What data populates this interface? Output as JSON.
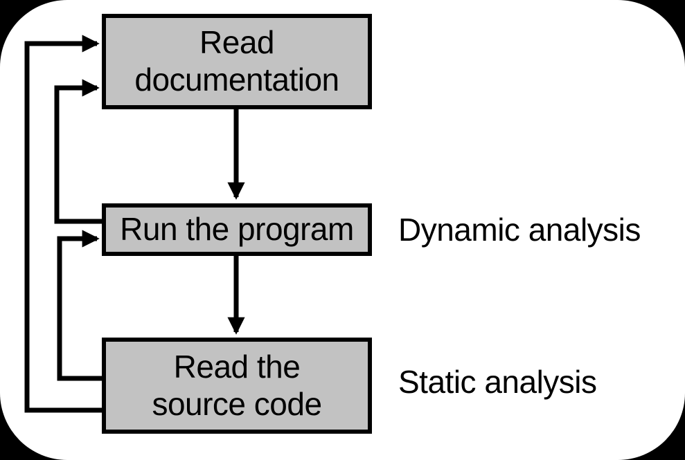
{
  "diagram": {
    "nodes": [
      {
        "id": "read-documentation",
        "line1": "Read",
        "line2": "documentation"
      },
      {
        "id": "run-the-program",
        "line1": "Run the program",
        "line2": ""
      },
      {
        "id": "read-the-source-code",
        "line1": "Read the",
        "line2": "source code"
      }
    ],
    "annotations": [
      {
        "id": "dynamic-analysis",
        "text": "Dynamic analysis",
        "target": "run-the-program"
      },
      {
        "id": "static-analysis",
        "text": "Static analysis",
        "target": "read-the-source-code"
      }
    ],
    "edges": [
      {
        "from": "read-documentation",
        "to": "run-the-program",
        "kind": "forward"
      },
      {
        "from": "run-the-program",
        "to": "read-the-source-code",
        "kind": "forward"
      },
      {
        "from": "run-the-program",
        "to": "read-documentation",
        "kind": "feedback"
      },
      {
        "from": "read-the-source-code",
        "to": "run-the-program",
        "kind": "feedback"
      },
      {
        "from": "read-the-source-code",
        "to": "read-documentation",
        "kind": "feedback"
      }
    ],
    "colors": {
      "outer_background": "#000000",
      "canvas_background": "#ffffff",
      "node_fill": "#c2c2c2",
      "node_border": "#000000",
      "connector": "#000000",
      "text": "#000000"
    }
  }
}
